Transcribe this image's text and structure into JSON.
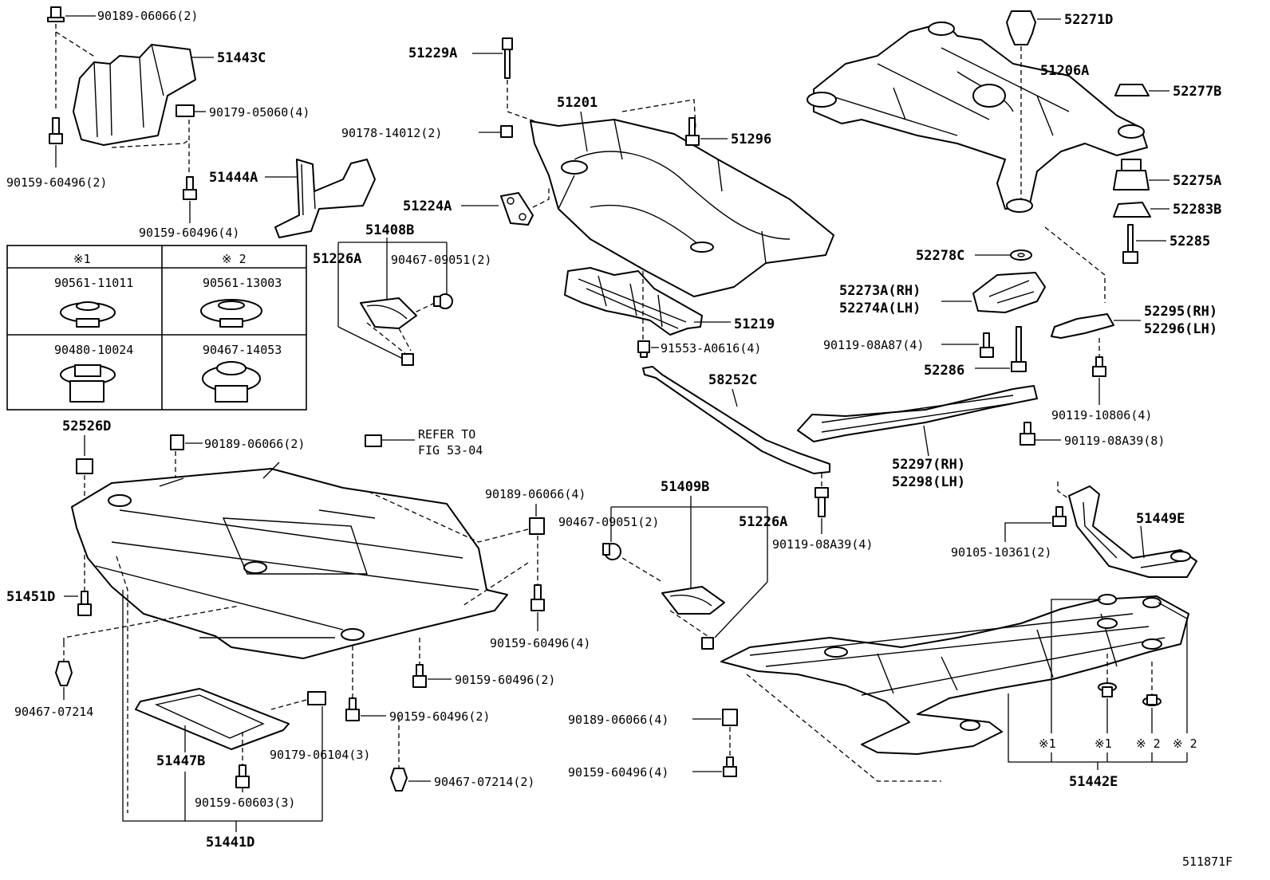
{
  "labels": {
    "l_90189_06066_2_a": "90189-06066(2)",
    "l_51443C": "51443C",
    "l_90179_05060": "90179-05060(4)",
    "l_90159_60496_2_a": "90159-60496(2)",
    "l_51444A": "51444A",
    "l_90159_60496_4_a": "90159-60496(4)",
    "l_51229A": "51229A",
    "l_51201": "51201",
    "l_90178_14012": "90178-14012(2)",
    "l_51296": "51296",
    "l_51224A": "51224A",
    "l_51408B": "51408B",
    "l_51226A_a": "51226A",
    "l_90467_09051_a": "90467-09051(2)",
    "l_51219": "51219",
    "l_91553": "91553-A0616(4)",
    "l_58252C": "58252C",
    "l_52271D": "52271D",
    "l_51206A": "51206A",
    "l_52277B": "52277B",
    "l_52275A": "52275A",
    "l_52283B": "52283B",
    "l_52285": "52285",
    "l_52278C": "52278C",
    "l_52273A": "52273A(RH)",
    "l_52274A": "52274A(LH)",
    "l_52295": "52295(RH)",
    "l_52296": "52296(LH)",
    "l_90119_08A87": "90119-08A87(4)",
    "l_52286": "52286",
    "l_90119_10806": "90119-10806(4)",
    "l_90119_08A39_8": "90119-08A39(8)",
    "l_52297": "52297(RH)",
    "l_52298": "52298(LH)",
    "l_90119_08A39_4": "90119-08A39(4)",
    "l_52526D": "52526D",
    "l_90189_06066_2_b": "90189-06066(2)",
    "l_refer1": "REFER TO",
    "l_refer2": "FIG 53-04",
    "l_90189_06066_4_a": "90189-06066(4)",
    "l_51409B": "51409B",
    "l_90467_09051_b": "90467-09051(2)",
    "l_51226A_b": "51226A",
    "l_90105_10361": "90105-10361(2)",
    "l_51449E": "51449E",
    "l_51451D": "51451D",
    "l_90159_60496_4_b": "90159-60496(4)",
    "l_90159_60496_2_b": "90159-60496(2)",
    "l_90467_07214_a": "90467-07214",
    "l_90159_60496_2_c": "90159-60496(2)",
    "l_51447B": "51447B",
    "l_90179_06104": "90179-06104(3)",
    "l_90159_60603": "90159-60603(3)",
    "l_90467_07214_b": "90467-07214(2)",
    "l_51441D": "51441D",
    "l_90189_06066_4_b": "90189-06066(4)",
    "l_90159_60496_4_c": "90159-60496(4)",
    "l_m1_a": "※1",
    "l_m1_b": "※1",
    "l_m2_a": "※ 2",
    "l_m2_b": "※ 2",
    "l_51442E": "51442E",
    "l_fig": "511871F"
  },
  "table": {
    "head1": "※1",
    "head2": "※ 2",
    "r1c1": "90561-11011",
    "r1c2": "90561-13003",
    "r2c1": "90480-10024",
    "r2c2": "90467-14053"
  }
}
